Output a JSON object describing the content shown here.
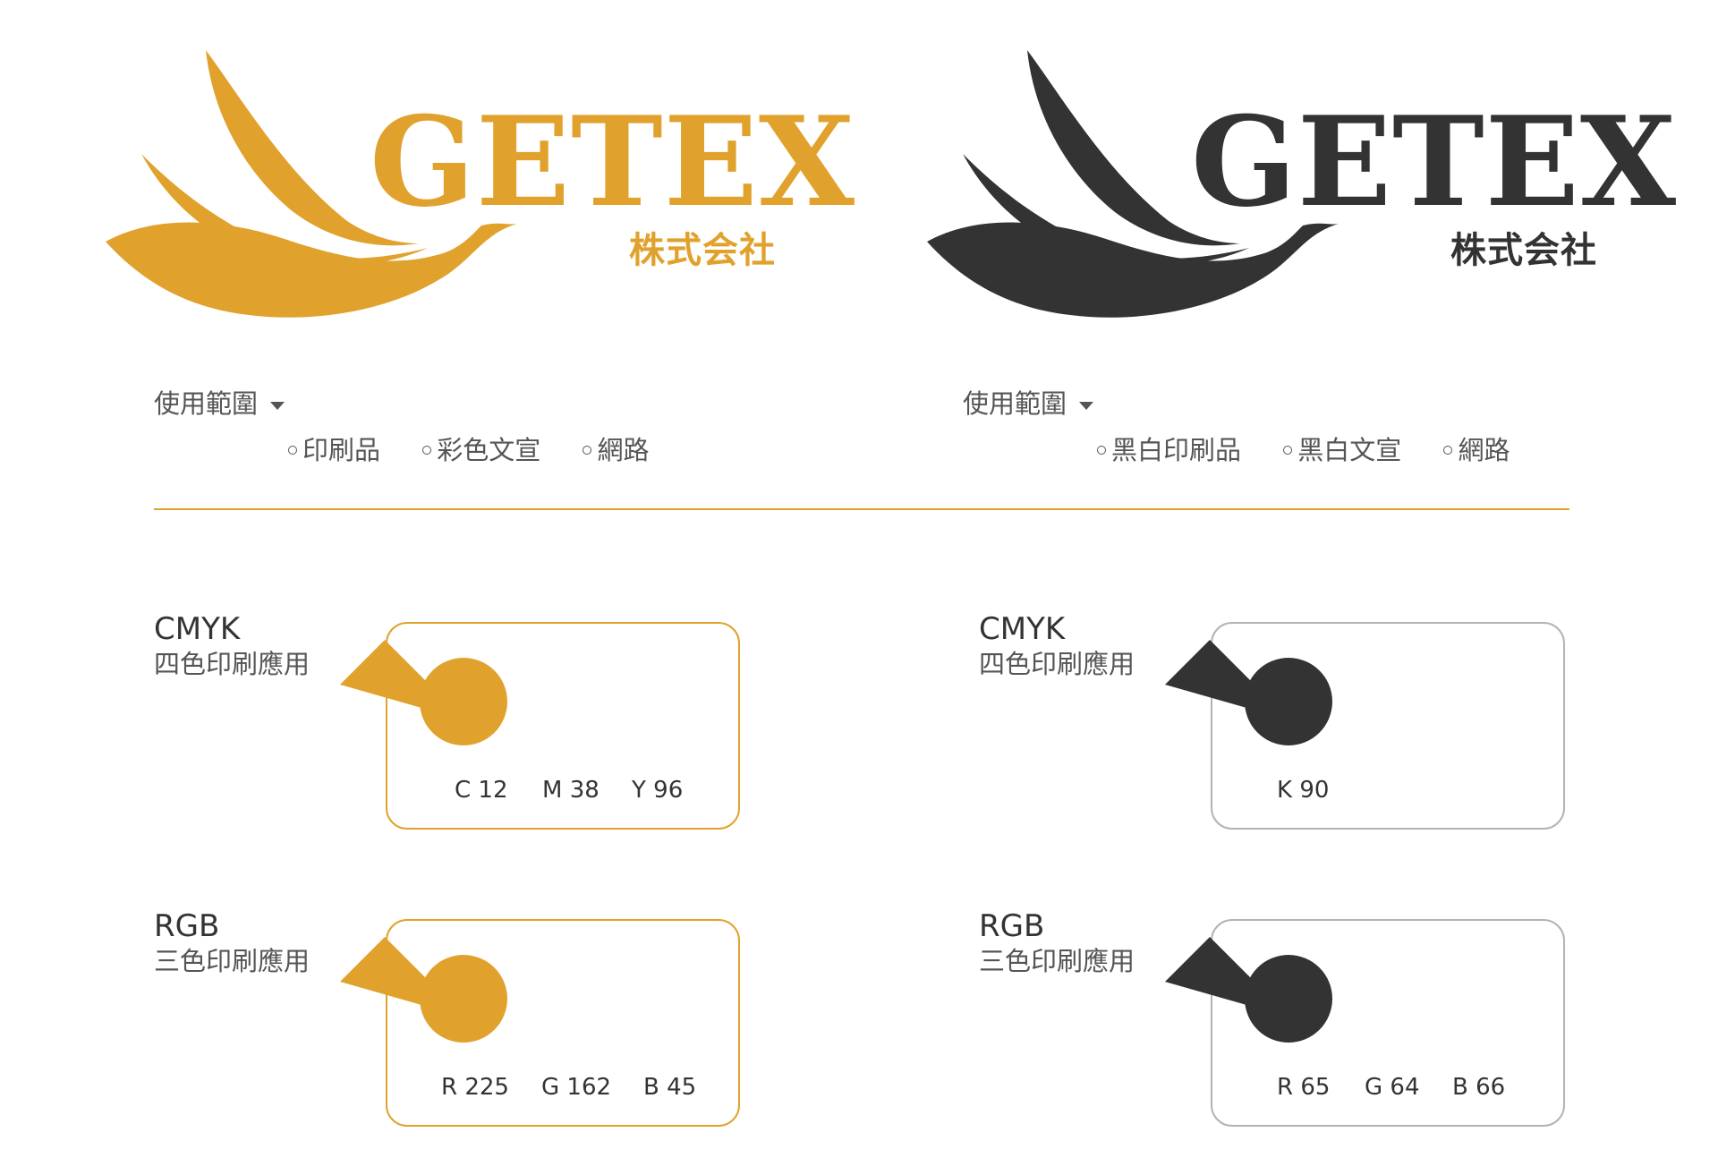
{
  "colors": {
    "gold": "#E1A22D",
    "dark": "#414042",
    "gray_border": "#B3B3B3",
    "divider": "#E1A22D"
  },
  "logos": {
    "color": {
      "wordmark": "GETEX",
      "subtitle": "株式会社",
      "color": "#E1A22D"
    },
    "mono": {
      "wordmark": "GETEX",
      "subtitle": "株式会社",
      "color": "#333333"
    }
  },
  "scope": {
    "color": {
      "label": "使用範圍",
      "items": [
        "印刷品",
        "彩色文宣",
        "網路"
      ]
    },
    "mono": {
      "label": "使用範圍",
      "items": [
        "黑白印刷品",
        "黑白文宣",
        "網路"
      ]
    }
  },
  "swatches": {
    "color_cmyk": {
      "title": "CMYK",
      "subtitle": "四色印刷應用",
      "values": [
        "C 12",
        "M 38",
        "Y 96"
      ]
    },
    "color_rgb": {
      "title": "RGB",
      "subtitle": "三色印刷應用",
      "values": [
        "R 225",
        "G 162",
        "B 45"
      ]
    },
    "mono_cmyk": {
      "title": "CMYK",
      "subtitle": "四色印刷應用",
      "values": [
        "K 90"
      ]
    },
    "mono_rgb": {
      "title": "RGB",
      "subtitle": "三色印刷應用",
      "values": [
        "R 65",
        "G 64",
        "B 66"
      ]
    }
  }
}
